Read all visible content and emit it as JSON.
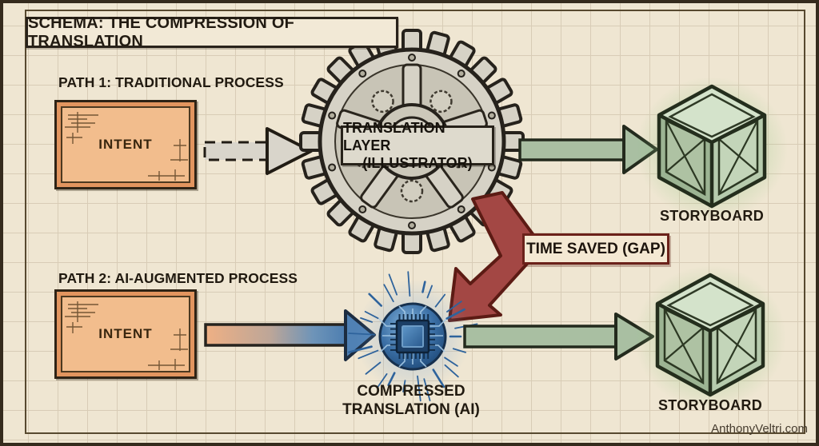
{
  "title": "SCHEMA: THE COMPRESSION OF TRANSLATION",
  "paths": {
    "path1": {
      "label": "PATH 1: TRADITIONAL PROCESS",
      "intent_label": "INTENT",
      "translation_layer_line1": "TRANSLATION LAYER",
      "translation_layer_line2": "(ILLUSTRATOR)",
      "output_label": "STORYBOARD"
    },
    "path2": {
      "label": "PATH 2: AI-AUGMENTED PROCESS",
      "intent_label": "INTENT",
      "node_line1": "COMPRESSED",
      "node_line2": "TRANSLATION (AI)",
      "output_label": "STORYBOARD"
    }
  },
  "gap_label": "TIME SAVED (GAP)",
  "watermark": "AnthonyVeltri.com",
  "colors": {
    "paper": "#efe6d2",
    "grid": "#d8ccb6",
    "ink": "#221b12",
    "intent_fill": "#f2bd8d",
    "intent_band": "#e2955f",
    "green_arrow": "#a9bfa2",
    "gray_arrow": "#d9d5cb",
    "red_arrow": "#a34744",
    "red_arrow_outline": "#5c1b14",
    "blue_node": "#3c70a6",
    "cube_green": "#b6cbad",
    "gap_box_border": "#6b211a"
  }
}
